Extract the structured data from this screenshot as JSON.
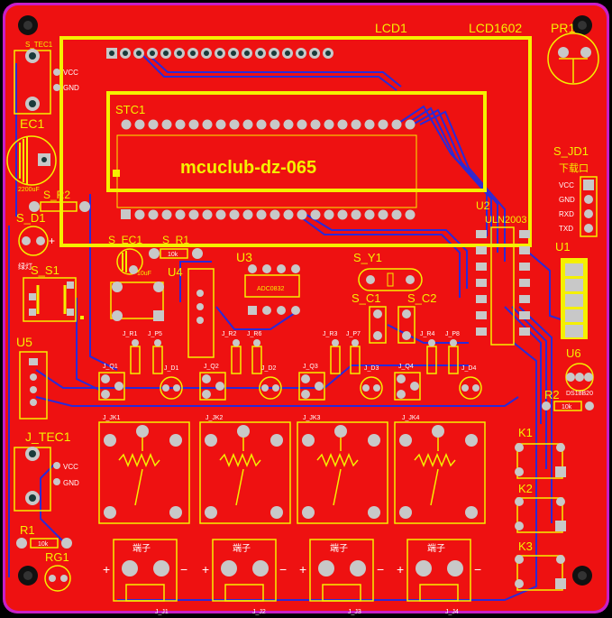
{
  "board": {
    "title_text": "mcuclub-dz-065",
    "colors": {
      "copper_top": "#ee1111",
      "trace_bottom": "#2a2ad8",
      "silkscreen": "#f5f000",
      "outline": "#c81ec8",
      "pad": "#c8c8c8",
      "hole": "#1a3a3a"
    }
  },
  "labels": {
    "lcd1": "LCD1",
    "lcd1602": "LCD1602",
    "pr1": "PR1",
    "s_tec1": "S_TEC1",
    "vcc1": "VCC",
    "gnd1": "GND",
    "ec1": "EC1",
    "ec1_val": "2200uF",
    "stc1": "STC1",
    "s_r2": "S_R2",
    "s_d1": "S_D1",
    "plus1": "+",
    "s_d1_cn": "绿灯",
    "s_ec1": "S_EC1",
    "s_ec1_val": "10uF",
    "s_r1": "S_R1",
    "s_r1_val": "10k",
    "u3": "U3",
    "adc0832": "ADC0832",
    "u4": "U4",
    "s_s1": "S_S1",
    "s_y1": "S_Y1",
    "s_c1": "S_C1",
    "s_c2": "S_C2",
    "u2": "U2",
    "uln2003": "ULN2003",
    "s_jd1": "S_JD1",
    "s_jd1_cn": "下载口",
    "vcc_jd": "VCC",
    "gnd_jd": "GND",
    "rxd": "RXD",
    "txd": "TXD",
    "u1": "U1",
    "u5": "U5",
    "u6": "U6",
    "ds18b20": "DS18B20",
    "r2": "R2",
    "r2_val": "10k",
    "j_tec1": "J_TEC1",
    "vcc2": "VCC",
    "gnd2": "GND",
    "r1": "R1",
    "r1_val": "10k",
    "rg1": "RG1",
    "k1": "K1",
    "k2": "K2",
    "k3": "K3",
    "j_r1": "J_R1",
    "j_p5": "J_P5",
    "j_r2": "J_R2",
    "j_r6": "J_R6",
    "j_r3": "J_R3",
    "j_p7": "J_P7",
    "j_r4": "J_R4",
    "j_p8": "J_P8",
    "j_q1": "J_Q1",
    "j_d1": "J_D1",
    "j_q2": "J_Q2",
    "j_d2": "J_D2",
    "j_q3": "J_Q3",
    "j_d3": "J_D3",
    "j_q4": "J_Q4",
    "j_d4": "J_D4",
    "j_jk1": "J_JK1",
    "j_jk2": "J_JK2",
    "j_jk3": "J_JK3",
    "j_jk4": "J_JK4",
    "terminal": "端子",
    "j_j1": "J_J1",
    "j_j2": "J_J2",
    "j_j3": "J_J3",
    "j_j4": "J_J4",
    "plus": "+",
    "minus": "−"
  }
}
